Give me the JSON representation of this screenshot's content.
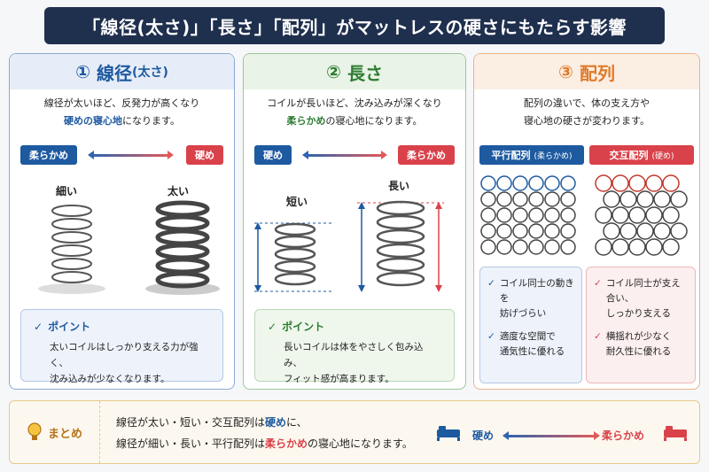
{
  "title": "「線径(太さ)」「長さ」「配列」がマットレスの硬さにもたらす影響",
  "colors": {
    "navy": "#1f2f4e",
    "blue": "#1e5aa0",
    "red": "#d9424a",
    "green": "#2f7d33",
    "orange": "#e07b2a"
  },
  "col1": {
    "num": "①",
    "head": "線径",
    "head_small": "(太さ)",
    "desc_line1": "線径が太いほど、反発力が高くなり",
    "desc_em": "硬めの寝心地",
    "desc_rest": "になります。",
    "tag_left": "柔らかめ",
    "tag_right": "硬め",
    "label_a": "細い",
    "label_b": "太い",
    "point_title": "ポイント",
    "point_line1": "太いコイルはしっかり支える力が強く、",
    "point_line2": "沈み込みが少なくなります。"
  },
  "col2": {
    "num": "②",
    "head": "長さ",
    "desc_line1": "コイルが長いほど、沈み込みが深くなり",
    "desc_em": "柔らかめ",
    "desc_rest": "の寝心地になります。",
    "tag_left": "硬め",
    "tag_right": "柔らかめ",
    "label_a": "短い",
    "label_b": "長い",
    "point_title": "ポイント",
    "point_line1": "長いコイルは体をやさしく包み込み、",
    "point_line2": "フィット感が高まります。"
  },
  "col3": {
    "num": "③",
    "head": "配列",
    "desc_line1": "配列の違いで、体の支え方や",
    "desc_line2": "寝心地の硬さが変わります。",
    "sub_left": "平行配列",
    "sub_left_small": "(柔らかめ)",
    "sub_right": "交互配列",
    "sub_right_small": "(硬め)",
    "left_items": [
      {
        "l1": "コイル同士の動きを",
        "l2": "妨げづらい"
      },
      {
        "l1": "適度な空間で",
        "l2": "通気性に優れる"
      }
    ],
    "right_items": [
      {
        "l1": "コイル同士が支え合い、",
        "l2": "しっかり支える"
      },
      {
        "l1": "横揺れが少なく",
        "l2": "耐久性に優れる"
      }
    ]
  },
  "summary": {
    "label": "まとめ",
    "line1_a": "線径が太い・短い・交互配列は",
    "line1_em": "硬め",
    "line1_b": "に、",
    "line2_a": "線径が細い・長い・平行配列は",
    "line2_em": "柔らかめ",
    "line2_b": "の寝心地になります。",
    "hard_label": "硬め",
    "soft_label": "柔らかめ"
  }
}
